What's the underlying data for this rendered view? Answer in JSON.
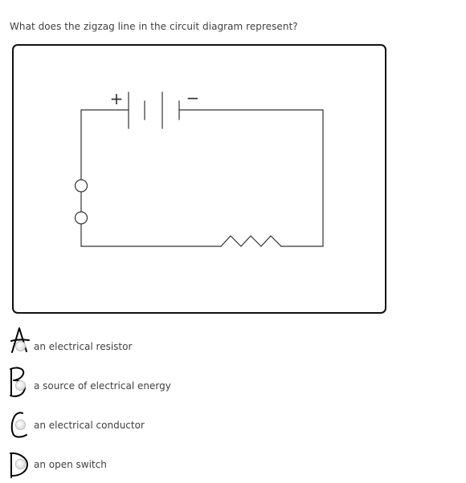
{
  "question": {
    "text": "What does the zigzag line in the circuit diagram represent?"
  },
  "diagram": {
    "battery_plus_symbol": "+",
    "battery_minus_symbol": "−"
  },
  "choices": [
    {
      "letter": "A",
      "label": "an electrical resistor",
      "selected": false
    },
    {
      "letter": "B",
      "label": "a source of electrical energy",
      "selected": false
    },
    {
      "letter": "C",
      "label": "an electrical conductor",
      "selected": false
    },
    {
      "letter": "D",
      "label": "an open switch",
      "selected": false
    }
  ]
}
